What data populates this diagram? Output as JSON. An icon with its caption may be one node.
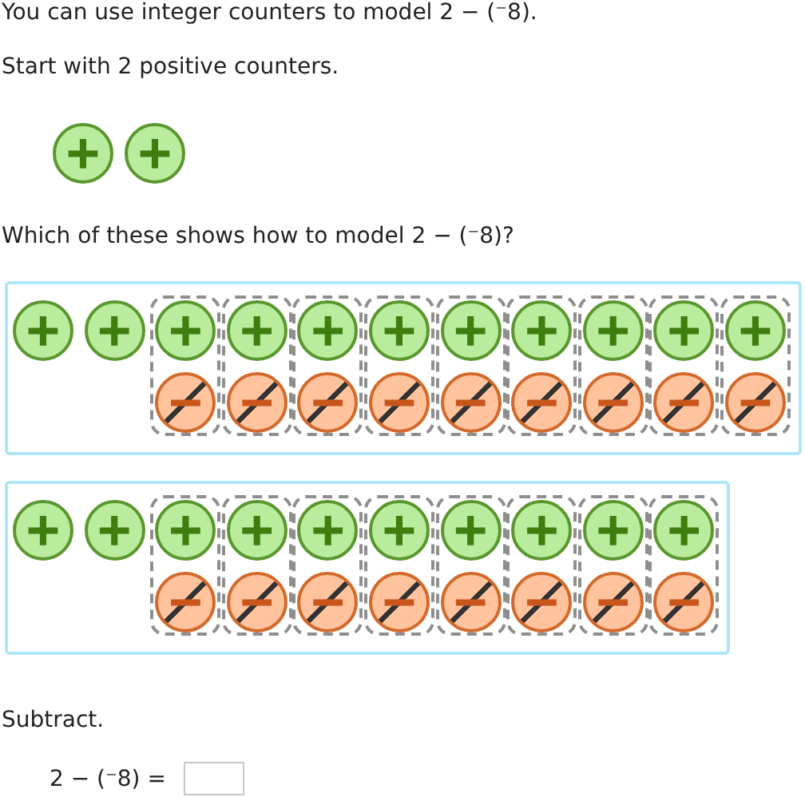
{
  "diagram": {
    "nodes": [
      {
        "text": [
          "+"
        ]
      },
      {
        "text": [
          "+"
        ]
      },
      {
        "text": [],
        "shape": "box"
      },
      {
        "text": [
          "+"
        ],
        "in": 2
      },
      {
        "text": [
          "+"
        ],
        "in": 2
      },
      {
        "text": [],
        "shape": "box",
        "in": 2
      },
      {
        "text": [
          "+"
        ],
        "in": 5
      },
      {
        "text": [
          "−"
        ],
        "in": 5
      },
      {
        "text": [],
        "shape": "box",
        "in": 2
      },
      {
        "text": [
          "+"
        ],
        "in": 8
      },
      {
        "text": [
          "−"
        ],
        "in": 8
      },
      {
        "text": [],
        "shape": "box",
        "in": 2
      },
      {
        "text": [
          "+"
        ],
        "in": 11
      },
      {
        "text": [
          "−"
        ],
        "in": 11
      },
      {
        "text": [],
        "shape": "box",
        "in": 2
      },
      {
        "text": [
          "+"
        ],
        "in": 14
      },
      {
        "text": [
          "−"
        ],
        "in": 14
      },
      {
        "text": [],
        "shape": "box",
        "in": 2
      },
      {
        "text": [
          "+"
        ],
        "in": 17
      },
      {
        "text": [
          "−"
        ],
        "in": 17
      },
      {
        "text": [],
        "shape": "box",
        "in": 2
      },
      {
        "text": [
          "+"
        ],
        "in": 20
      },
      {
        "text": [
          "−"
        ],
        "in": 20
      },
      {
        "text": [],
        "shape": "box",
        "in": 2
      },
      {
        "text": [
          "+"
        ],
        "in": 23
      },
      {
        "text": [
          "−"
        ],
        "in": 23
      },
      {
        "text": [],
        "shape": "box",
        "in": 2
      },
      {
        "text": [
          "+"
        ],
        "in": 26
      },
      {
        "text": [
          "−"
        ],
        "in": 26
      },
      {
        "text": [],
        "shape": "box",
        "in": 2
      },
      {
        "text": [
          "+"
        ],
        "in": 29
      },
      {
        "text": [
          "−"
        ],
        "in": 29
      },
      {
        "text": [],
        "shape": "box"
      },
      {
        "text": [
          "+"
        ],
        "in": 32
      },
      {
        "text": [
          "+"
        ],
        "in": 32
      },
      {
        "text": [],
        "shape": "box",
        "in": 32
      },
      {
        "text": [
          "+"
        ],
        "in": 35
      },
      {
        "text": [
          "−"
        ],
        "in": 35
      },
      {
        "text": [],
        "shape": "box",
        "in": 32
      },
      {
        "text": [
          "+"
        ],
        "in": 38
      },
      {
        "text": [
          "−"
        ],
        "in": 38
      },
      {
        "text": [],
        "shape": "box",
        "in": 32
      },
      {
        "text": [
          "+"
        ],
        "in": 41
      },
      {
        "text": [
          "−"
        ],
        "in": 41
      },
      {
        "text": [],
        "shape": "box",
        "in": 32
      },
      {
        "text": [
          "+"
        ],
        "in": 44
      },
      {
        "text": [
          "−"
        ],
        "in": 44
      },
      {
        "text": [],
        "shape": "box",
        "in": 32
      },
      {
        "text": [
          "+"
        ],
        "in": 47
      },
      {
        "text": [
          "−"
        ],
        "in": 47
      },
      {
        "text": [],
        "shape": "box",
        "in": 32
      },
      {
        "text": [
          "+"
        ],
        "in": 50
      },
      {
        "text": [
          "−"
        ],
        "in": 50
      },
      {
        "text": [],
        "shape": "box",
        "in": 32
      },
      {
        "text": [
          "+"
        ],
        "in": 53
      },
      {
        "text": [
          "−"
        ],
        "in": 53
      },
      {
        "text": [],
        "shape": "box",
        "in": 32
      },
      {
        "text": [
          "+"
        ],
        "in": 56
      },
      {
        "text": [
          "−"
        ],
        "in": 56
      }
    ],
    "labels": [
      "You can use integer counters to model 2 − (⁻8).",
      "Start with 2 positive counters.",
      "Which of these shows how to model 2 − (⁻8)?",
      "Subtract.",
      "2 − (⁻8) ="
    ]
  }
}
